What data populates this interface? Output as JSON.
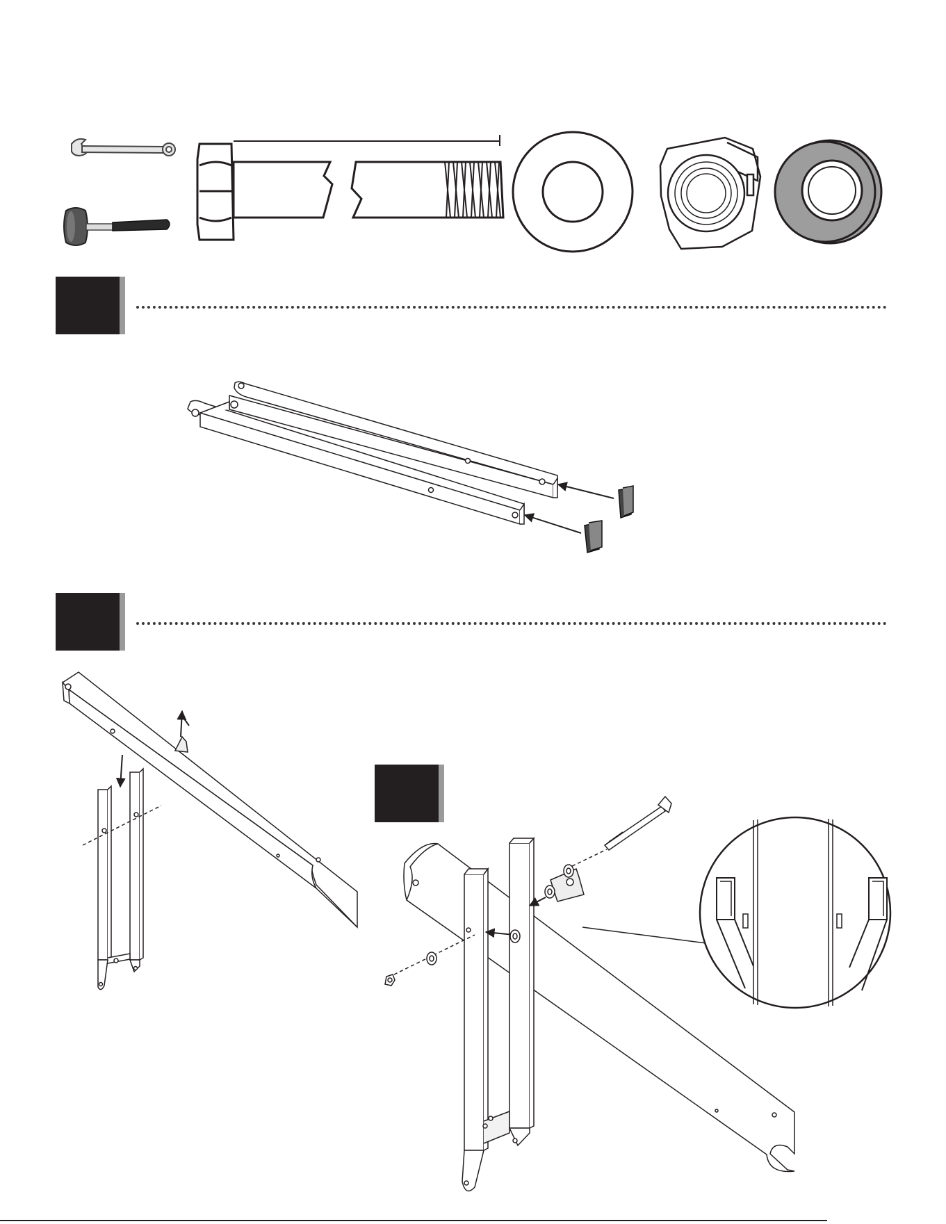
{
  "page": {
    "steps": [
      {
        "id": "step-a",
        "number": ""
      },
      {
        "id": "step-b",
        "number": ""
      },
      {
        "id": "step-c",
        "number": ""
      }
    ]
  },
  "hardware": {
    "icons": [
      "wrench-icon",
      "mallet-icon",
      "hex-bolt-icon",
      "flat-washer-icon",
      "lock-nut-icon",
      "rubber-washer-icon"
    ]
  },
  "colors": {
    "ink": "#231f20",
    "shadow": "#9a9a9a",
    "washer_fill": "#9d9d9d"
  }
}
